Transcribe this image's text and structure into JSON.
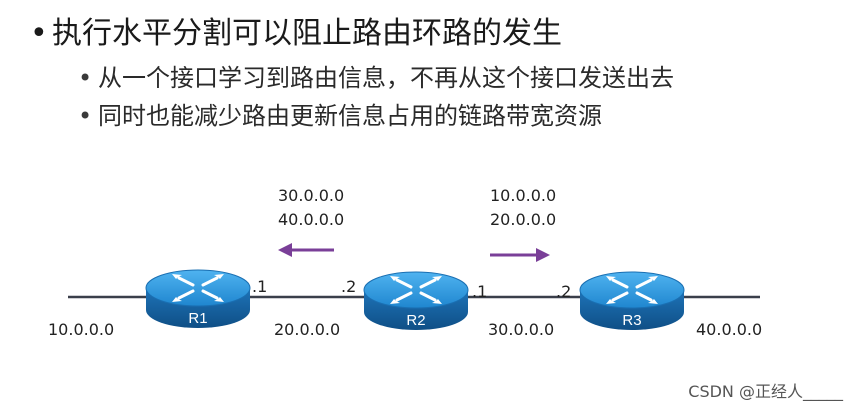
{
  "bullets": {
    "main": "执行水平分割可以阻止路由环路的发生",
    "sub": [
      "从一个接口学习到路由信息，不再从这个接口发送出去",
      "同时也能减少路由更新信息占用的链路带宽资源"
    ],
    "marker": "•"
  },
  "routers": [
    {
      "name": "R1"
    },
    {
      "name": "R2"
    },
    {
      "name": "R3"
    }
  ],
  "interfaces": {
    "r1_right": ".1",
    "r2_left": ".2",
    "r2_right": ".1",
    "r3_left": ".2"
  },
  "networks": {
    "left": "10.0.0.0",
    "r1_r2": "20.0.0.0",
    "r2_r3": "30.0.0.0",
    "right": "40.0.0.0"
  },
  "updates": {
    "to_r1": [
      "30.0.0.0",
      "40.0.0.0"
    ],
    "to_r3": [
      "10.0.0.0",
      "20.0.0.0"
    ]
  },
  "colors": {
    "arrow": "#7a3f98",
    "router_top": "#2a8fd6",
    "router_side": "#1a5f9c",
    "link": "#3a3f4a"
  },
  "watermark": "CSDN @正经人_____"
}
